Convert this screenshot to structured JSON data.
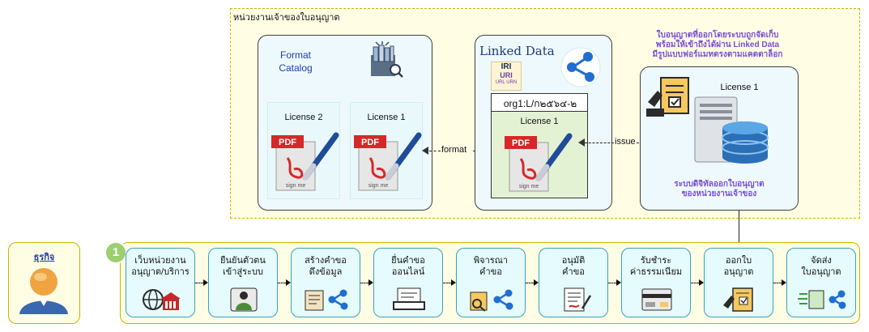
{
  "owner_region": {
    "label": "หน่วยงานเจ้าของใบอนุญาต"
  },
  "format_catalog": {
    "title_line1": "Format",
    "title_line2": "Catalog",
    "license_a": "License 2",
    "license_b": "License 1"
  },
  "linked_data": {
    "title": "Linked Data",
    "iri": "IRI",
    "uri": "URI",
    "url_urn": "URL URN",
    "identifier": "org1:L/ก๒๕๖๔-๒",
    "license": "License 1"
  },
  "issuer": {
    "note_line1": "ใบอนุญาตที่ออกโดยระบบถูกจัดเก็บ",
    "note_line2": "พร้อมให้เข้าถึงได้ผ่าน Linked Data",
    "note_line3": "มีรูปแบบฟอร์แมทตรงตามแคตตาล็อก",
    "license": "License 1",
    "caption_line1": "ระบบดิจิทัลออกใบอนุญาต",
    "caption_line2": "ของหน่วยงานเจ้าของ"
  },
  "connectors": {
    "issue": "issue",
    "format": "format"
  },
  "pdf": {
    "label": "PDF",
    "sign": "sign me"
  },
  "actor": {
    "label": "ธุรกิจ"
  },
  "flow": {
    "badge": "1",
    "steps": [
      {
        "line1": "เว็บหน่วยงาน",
        "line2": "อนุญาต/บริการ",
        "icon": "web-government-icon"
      },
      {
        "line1": "ยืนยันตัวตน",
        "line2": "เข้าสู่ระบบ",
        "icon": "user-login-icon"
      },
      {
        "line1": "สร้างคำขอ",
        "line2": "ดึงข้อมูล",
        "icon": "form-linked-data-icon"
      },
      {
        "line1": "ยื่นคำขอ",
        "line2": "ออนไลน์",
        "icon": "submit-icon"
      },
      {
        "line1": "พิจารณา",
        "line2": "คำขอ",
        "icon": "review-linked-data-icon"
      },
      {
        "line1": "อนุมัติ",
        "line2": "คำขอ",
        "icon": "approve-document-icon"
      },
      {
        "line1": "รับชำระ",
        "line2": "ค่าธรรมเนียม",
        "icon": "payment-card-icon"
      },
      {
        "line1": "ออกใบ",
        "line2": "อนุญาต",
        "icon": "issue-license-icon"
      },
      {
        "line1": "จัดส่ง",
        "line2": "ใบอนุญาต",
        "icon": "deliver-license-icon"
      }
    ]
  },
  "colors": {
    "region_fill": "#fffde3",
    "region_border": "#c9b400",
    "panel_fill": "#eef9fd",
    "step_fill": "#e6fbfd",
    "step_border": "#3aa1c0",
    "accent_blue": "#1f6fd1",
    "note_purple": "#7a4cd9",
    "badge_green": "#9ccf6e",
    "pdf_red": "#d62828"
  }
}
